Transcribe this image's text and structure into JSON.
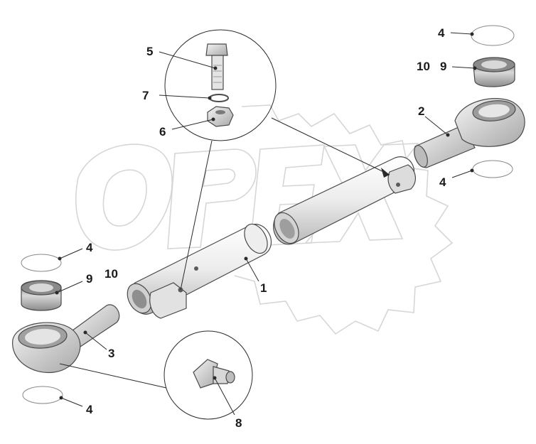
{
  "watermark": {
    "text": "OPEX",
    "color": "#d6d6d6"
  },
  "colors": {
    "part_light": "#f2f2f2",
    "part_mid": "#cfcfcf",
    "part_dark": "#9a9a9a",
    "line": "#2a2a2a"
  },
  "callouts": {
    "c1": "1",
    "c2": "2",
    "c3": "3",
    "c4_top": "4",
    "c4_right": "4",
    "c4_left": "4",
    "c4_bottom": "4",
    "c5": "5",
    "c6": "6",
    "c7": "7",
    "c8": "8",
    "c9_top": "9",
    "c9_left": "9",
    "c10_top": "10",
    "c10_left": "10"
  },
  "parts": [
    {
      "id": "tube",
      "icon": "tube-icon"
    },
    {
      "id": "eye-bolt-right",
      "icon": "eye-bolt-icon"
    },
    {
      "id": "eye-bolt-left",
      "icon": "eye-bolt-icon"
    },
    {
      "id": "retaining-ring",
      "icon": "ring-icon"
    },
    {
      "id": "bolt",
      "icon": "bolt-icon"
    },
    {
      "id": "nut",
      "icon": "nut-icon"
    },
    {
      "id": "washer",
      "icon": "washer-icon"
    },
    {
      "id": "grease-fitting",
      "icon": "grease-fitting-icon"
    },
    {
      "id": "bushing",
      "icon": "bushing-icon"
    }
  ]
}
